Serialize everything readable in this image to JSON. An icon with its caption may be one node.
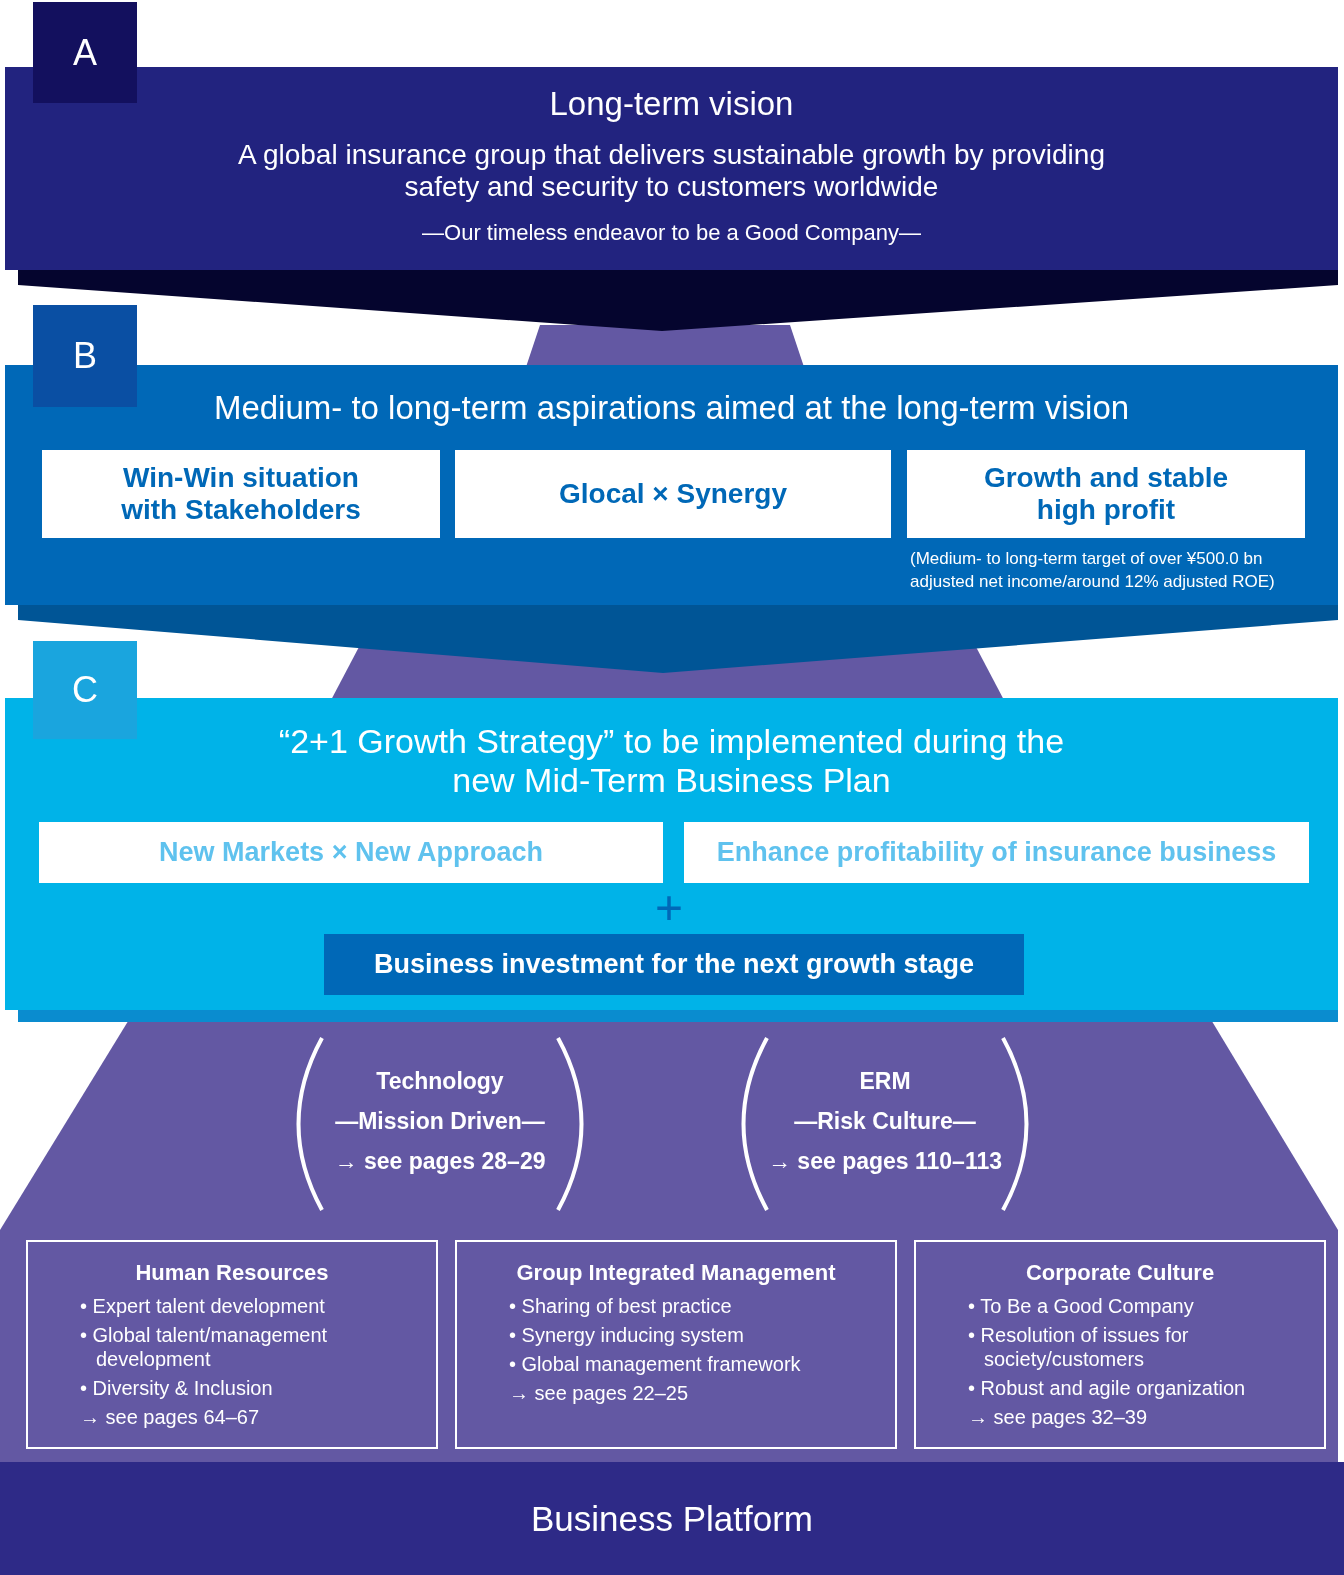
{
  "diagram": {
    "nodes": [
      {
        "text": [
          "Long-term vision",
          "A global insurance group that delivers sustainable growth by providing safety and security to customers worldwide",
          "—Our timeless endeavor to be a Good Company—"
        ]
      },
      {
        "text": [
          "A"
        ]
      },
      {
        "text": [
          "Medium- to long-term aspirations aimed at the long-term vision"
        ]
      },
      {
        "text": [
          "B"
        ]
      },
      {
        "text": [
          "Win-Win situation with Stakeholders"
        ],
        "in": 2
      },
      {
        "text": [
          "Glocal × Synergy"
        ],
        "in": 2
      },
      {
        "text": [
          "Growth and stable high profit"
        ],
        "in": 2,
        "beside": [
          "(Medium- to long-term target of over ¥500.0 bn adjusted net income/around 12% adjusted ROE)"
        ]
      },
      {
        "text": [
          "“2+1 Growth Strategy” to be implemented during the new Mid-Term Business Plan"
        ]
      },
      {
        "text": [
          "C"
        ]
      },
      {
        "text": [
          "New Markets × New Approach"
        ],
        "in": 7
      },
      {
        "text": [
          "Enhance profitability of insurance business"
        ],
        "in": 7
      },
      {
        "text": [
          "Business investment for the next growth stage"
        ],
        "in": 7
      },
      {
        "text": [
          "Technology",
          "—Mission Driven—",
          "→ see pages 28–29"
        ]
      },
      {
        "text": [
          "ERM",
          "—Risk Culture—",
          "→ see pages 110–113"
        ]
      },
      {
        "text": [
          "Human Resources",
          "• Expert talent development",
          "• Global talent/management development",
          "• Diversity & Inclusion",
          "→ see pages 64–67"
        ]
      },
      {
        "text": [
          "Group Integrated Management",
          "• Sharing of best practice",
          "• Synergy inducing system",
          "• Global management framework",
          "→ see pages 22–25"
        ]
      },
      {
        "text": [
          "Corporate Culture",
          "• To Be a Good Company",
          "• Resolution of issues for society/customers",
          "• Robust and agile organization",
          "→ see pages 32–39"
        ]
      },
      {
        "text": [
          "Business Platform"
        ]
      }
    ],
    "labels": [
      "+"
    ]
  }
}
